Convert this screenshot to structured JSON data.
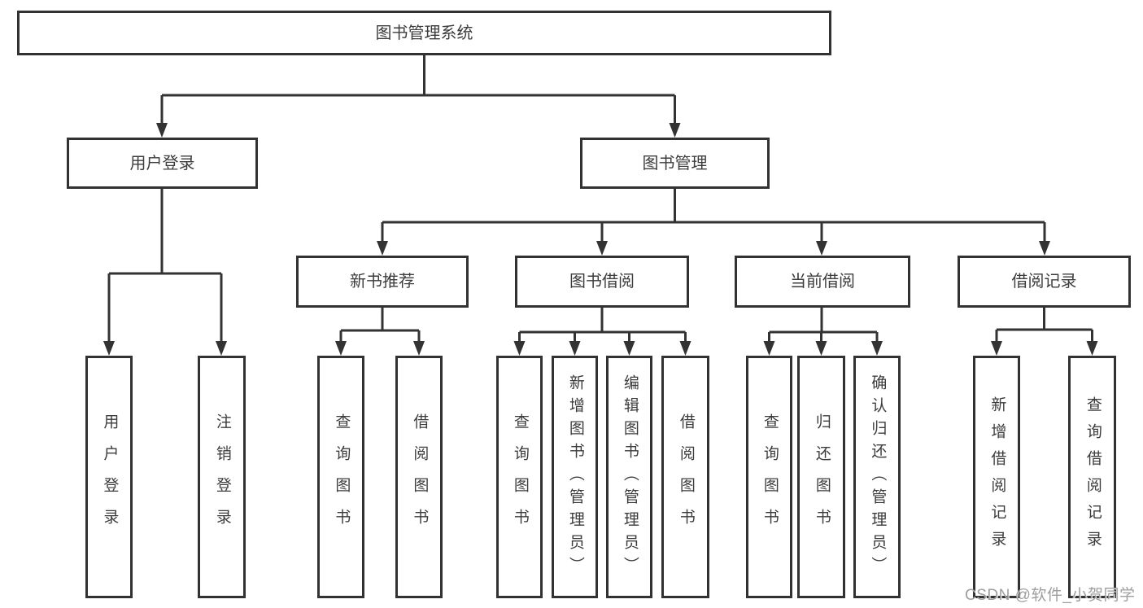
{
  "diagram": {
    "root": {
      "label": "图书管理系统",
      "children": [
        {
          "label": "用户登录",
          "children": [
            {
              "label": "用户登录"
            },
            {
              "label": "注销登录"
            }
          ]
        },
        {
          "label": "图书管理",
          "children": [
            {
              "label": "新书推荐",
              "children": [
                {
                  "label": "查询图书"
                },
                {
                  "label": "借阅图书"
                }
              ]
            },
            {
              "label": "图书借阅",
              "children": [
                {
                  "label": "查询图书"
                },
                {
                  "label": "新增图书（管理员）"
                },
                {
                  "label": "编辑图书（管理员）"
                },
                {
                  "label": "借阅图书"
                }
              ]
            },
            {
              "label": "当前借阅",
              "children": [
                {
                  "label": "查询图书"
                },
                {
                  "label": "归还图书"
                },
                {
                  "label": "确认归还（管理员）"
                }
              ]
            },
            {
              "label": "借阅记录",
              "children": [
                {
                  "label": "新增借阅记录"
                },
                {
                  "label": "查询借阅记录"
                }
              ]
            }
          ]
        }
      ]
    }
  },
  "watermark": "CSDN @软件_小贺同学",
  "colors": {
    "line": "#333333",
    "box_border": "#323232",
    "text": "#3c3c3c",
    "watermark": "#9e9e9e",
    "background": "#ffffff"
  }
}
